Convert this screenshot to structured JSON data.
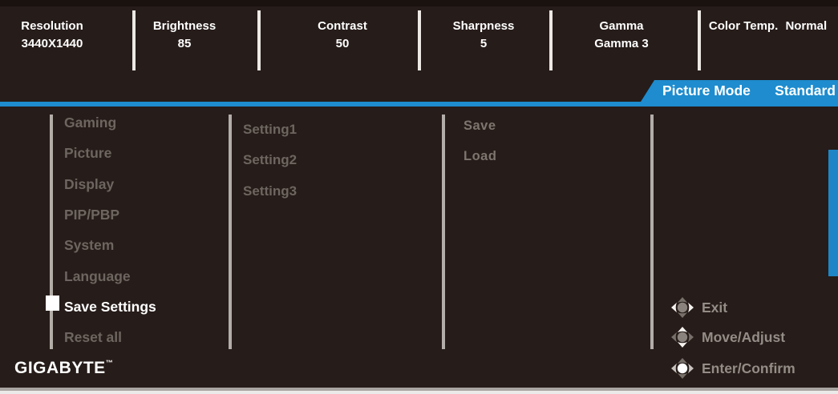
{
  "colors": {
    "accent_blue": "#1e8cce",
    "scrollbar_blue": "#1e86c6",
    "active_text": "#ffffff",
    "inactive_text": "#6d655f"
  },
  "status_bar": {
    "items": [
      {
        "label": "Resolution",
        "value": "3440X1440"
      },
      {
        "label": "Brightness",
        "value": "85"
      },
      {
        "label": "Contrast",
        "value": "50"
      },
      {
        "label": "Sharpness",
        "value": "5"
      },
      {
        "label": "Gamma",
        "value": "Gamma 3"
      },
      {
        "label": "Color Temp.",
        "value": "Normal"
      }
    ]
  },
  "mode_tab": {
    "label": "Picture Mode",
    "value": "Standard"
  },
  "menu": {
    "items": [
      {
        "label": "Gaming",
        "active": false
      },
      {
        "label": "Picture",
        "active": false
      },
      {
        "label": "Display",
        "active": false
      },
      {
        "label": "PIP/PBP",
        "active": false
      },
      {
        "label": "System",
        "active": false
      },
      {
        "label": "Language",
        "active": false
      },
      {
        "label": "Save Settings",
        "active": true
      },
      {
        "label": "Reset all",
        "active": false
      }
    ]
  },
  "submenu": {
    "items": [
      {
        "label": "Setting1"
      },
      {
        "label": "Setting2"
      },
      {
        "label": "Setting3"
      }
    ]
  },
  "actions": {
    "items": [
      {
        "label": "Save"
      },
      {
        "label": "Load"
      }
    ]
  },
  "legend": {
    "items": [
      {
        "icon": "joystick-left-right-icon",
        "label": "Exit"
      },
      {
        "icon": "joystick-up-down-icon",
        "label": "Move/Adjust"
      },
      {
        "icon": "joystick-press-icon",
        "label": "Enter/Confirm"
      }
    ]
  },
  "brand": {
    "name": "GIGABYTE",
    "trademark": "™"
  }
}
